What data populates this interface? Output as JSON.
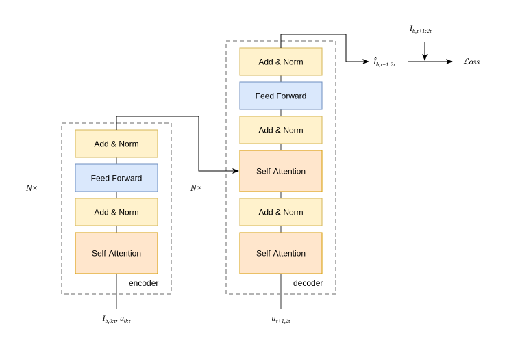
{
  "colors": {
    "add_norm_fill": "#fff2cc",
    "add_norm_stroke": "#d6b656",
    "feed_forward_fill": "#dae8fc",
    "feed_forward_stroke": "#6c8ebf",
    "self_attention_fill": "#ffe6cc",
    "self_attention_stroke": "#d79b00",
    "dashed_border": "#b3b3b3",
    "connector": "#999999",
    "arrow": "#000000"
  },
  "encoder": {
    "label": "encoder",
    "repeat": "N×",
    "blocks": [
      "Add & Norm",
      "Feed Forward",
      "Add & Norm",
      "Self-Attention"
    ],
    "input": {
      "main": "I",
      "sub1": "b,0:τ",
      "sep": ", u",
      "sub2": "0:τ"
    }
  },
  "decoder": {
    "label": "decoder",
    "repeat": "N×",
    "blocks": [
      "Add & Norm",
      "Feed Forward",
      "Add & Norm",
      "Self-Attention",
      "Add & Norm",
      "Self-Attention"
    ],
    "input": {
      "main": "u",
      "sub": "τ+1,2τ"
    }
  },
  "output": {
    "prediction": {
      "main": "Î",
      "sub": "b,τ+1:2τ"
    },
    "target": {
      "main": "I",
      "sub": "b,τ+1:2τ"
    },
    "loss": "ℒoss"
  }
}
